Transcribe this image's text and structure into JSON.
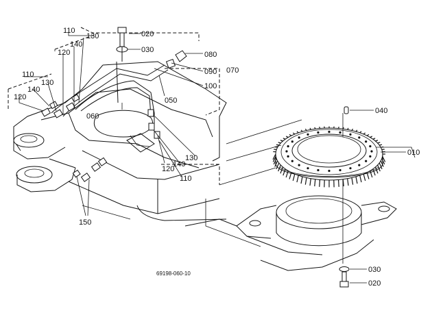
{
  "labels": {
    "p110_top": "110",
    "p130_top": "130",
    "p140_top": "140",
    "p120_top": "120",
    "p110_left": "110",
    "p140_left": "140",
    "p130_left": "130",
    "p120_left": "120",
    "p020_top": "020",
    "p030_top": "030",
    "p080": "080",
    "p090": "090",
    "p070": "070",
    "p100": "100",
    "p050": "050",
    "p060": "060",
    "p130_mid": "130",
    "p140_mid": "140",
    "p120_mid": "120",
    "p110_mid": "110",
    "p150": "150",
    "p040": "040",
    "p010": "010",
    "p030_bot": "030",
    "p020_bot": "020"
  },
  "figure_code": "69198-060-10"
}
